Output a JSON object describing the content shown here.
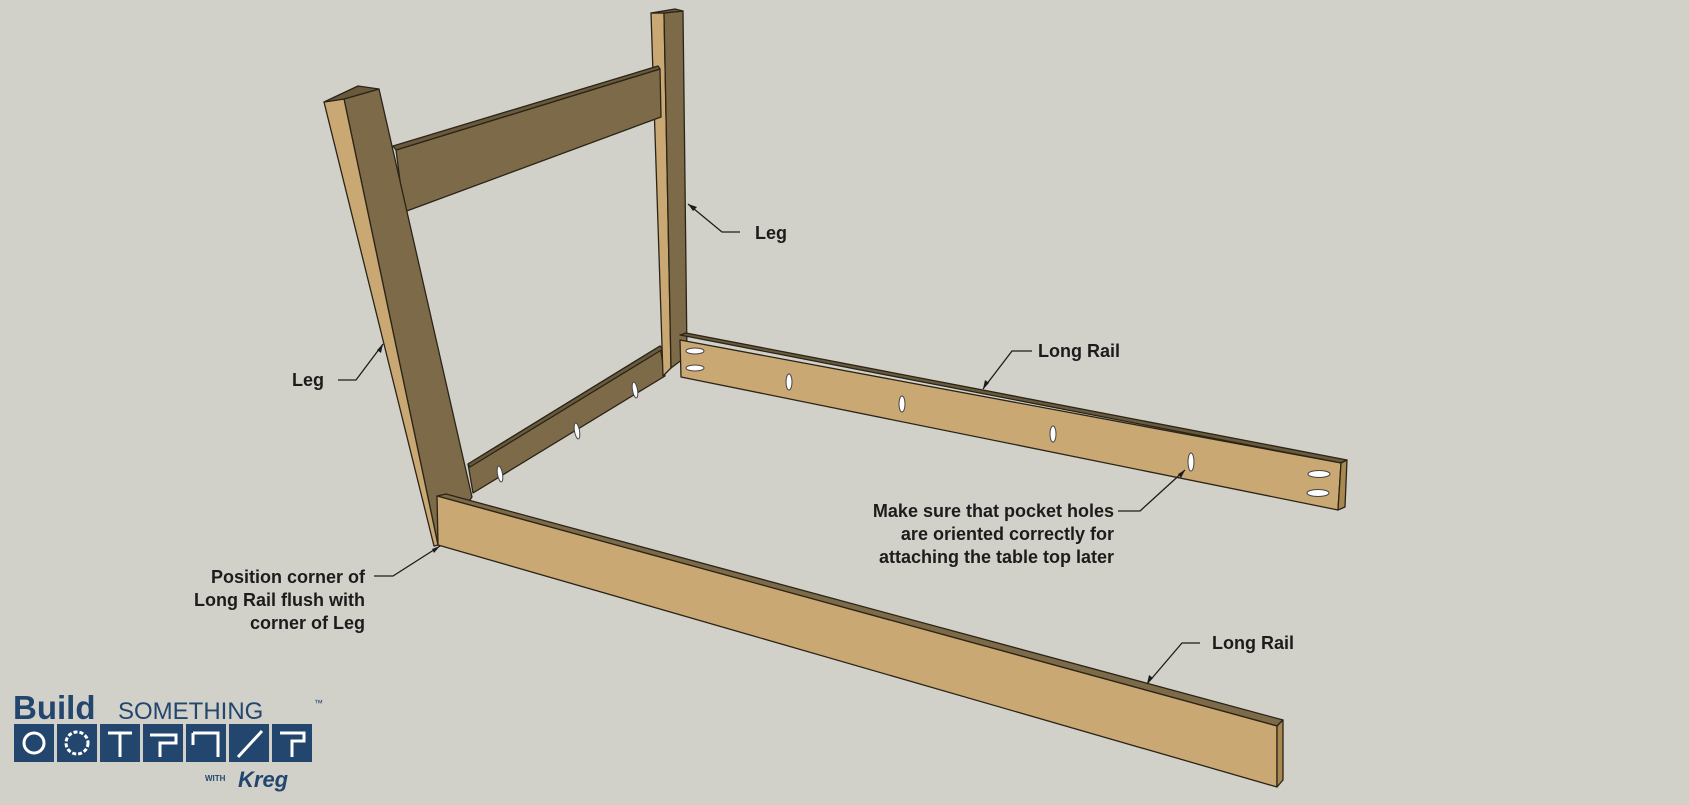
{
  "colors": {
    "background": "#d2d1c9",
    "wood_light": "#c9a873",
    "wood_mid": "#a8884f",
    "wood_shadow": "#7d6a48",
    "wood_dark": "#6a5a3c",
    "logo_blue": "#23466f"
  },
  "labels": {
    "leg_back": "Leg",
    "leg_front": "Leg",
    "long_rail_back": "Long Rail",
    "long_rail_front": "Long Rail",
    "pocket_note": [
      "Make sure that pocket holes",
      "are oriented correctly for",
      "attaching the table top later"
    ],
    "corner_note": [
      "Position corner of",
      "Long Rail flush with",
      "corner of Leg"
    ]
  },
  "logo": {
    "word_build": "Build",
    "word_something": "SOMETHING",
    "with": "WITH",
    "brand": "Kreg",
    "trademark": "™"
  }
}
